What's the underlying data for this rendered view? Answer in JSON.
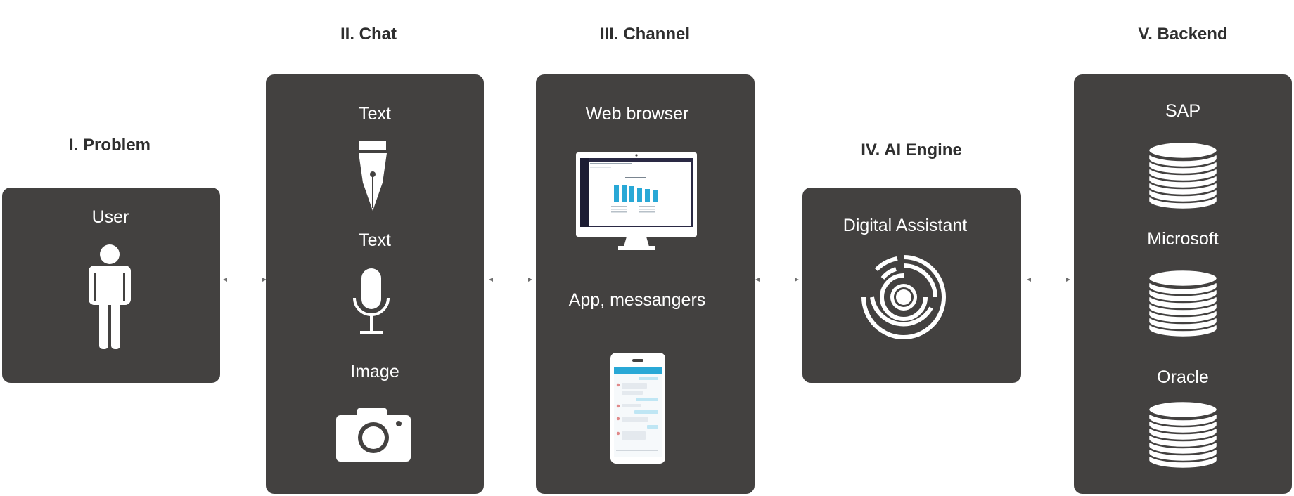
{
  "sections": {
    "problem": {
      "title": "I. Problem",
      "user_label": "User"
    },
    "chat": {
      "title": "II. Chat",
      "items": [
        "Text",
        "Text",
        "Image"
      ]
    },
    "channel": {
      "title": "III. Channel",
      "items": [
        "Web browser",
        "App, messangers"
      ]
    },
    "ai_engine": {
      "title": "IV. AI Engine",
      "label": "Digital Assistant"
    },
    "backend": {
      "title": "V. Backend",
      "items": [
        "SAP",
        "Microsoft",
        "Oracle"
      ]
    }
  },
  "colors": {
    "panel": "#434140",
    "title_text": "#2f2f2f",
    "panel_text": "#ffffff",
    "connector": "#6f6f6f",
    "screen_accent": "#29a8d6"
  },
  "icons": [
    "person-icon",
    "fountain-pen-icon",
    "microphone-icon",
    "camera-icon",
    "monitor-icon",
    "smartphone-icon",
    "ai-spiral-icon",
    "database-icon"
  ]
}
